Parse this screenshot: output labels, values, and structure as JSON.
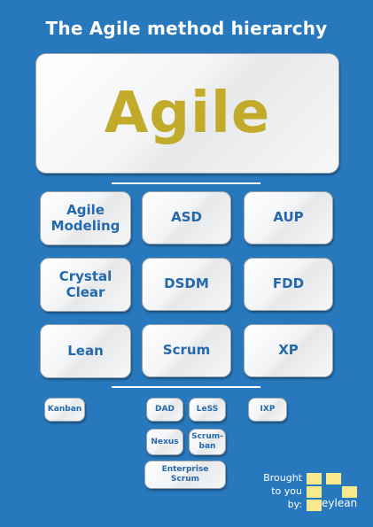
{
  "title": "The Agile method hierarchy",
  "hero": "Agile",
  "methods": {
    "agile_modeling": "Agile Modeling",
    "asd": "ASD",
    "aup": "AUP",
    "crystal_clear": "Crystal Clear",
    "dsdm": "DSDM",
    "fdd": "FDD",
    "lean": "Lean",
    "scrum": "Scrum",
    "xp": "XP"
  },
  "sub_methods": {
    "kanban": "Kanban",
    "dad": "DAD",
    "less": "LeSS",
    "ixp": "IXP",
    "nexus": "Nexus",
    "scrumban_line1": "Scrum-",
    "scrumban_line2": "ban",
    "enterprise_line1": "Enterprise",
    "enterprise_line2": "Scrum"
  },
  "branding": {
    "line1": "Brought",
    "line2": "to you",
    "line3": "by:",
    "name": "eylean",
    "square_color": "#f7e98c"
  },
  "colors": {
    "background": "#2878bd",
    "card_text": "#2469ad",
    "hero_text": "#c2aa2b"
  }
}
